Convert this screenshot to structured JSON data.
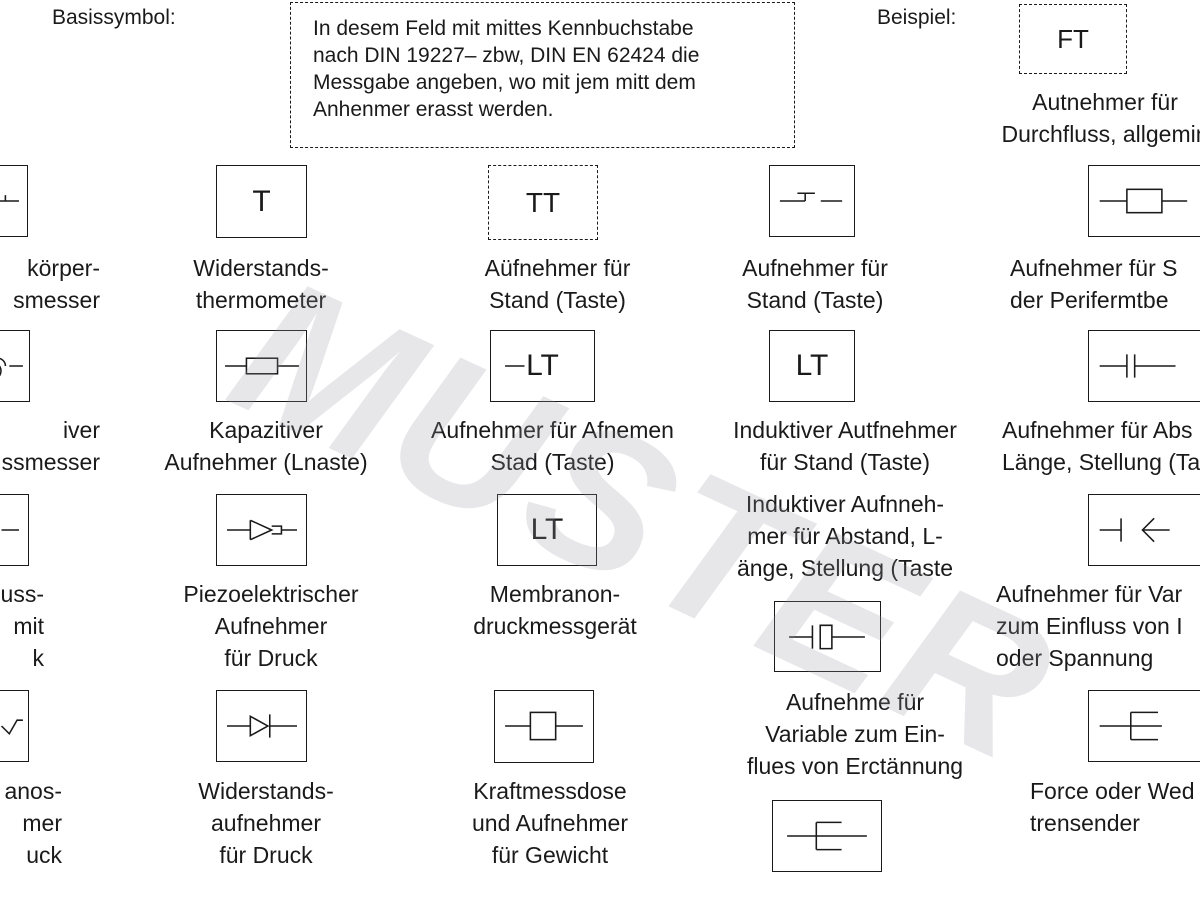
{
  "header": {
    "basis_label": "Basissymbol:",
    "basis_note": "In desem Feld mit mittes Kennbuchstabe\nnach DIN 19227– zbw, DIN EN 62424 die\nMessgabe angeben, wo mit jem mitt dem\nAnhenmer erasst werden.",
    "example_label": "Beispiel:",
    "example_symbol": "FT",
    "example_caption": "Autnehmer für\nDurchfluss, allgemin"
  },
  "symbols": {
    "c0r1": "körper-\nsmesser",
    "c0r2": "iver\nssmesser",
    "c0r3": "uss-\n mit\nk",
    "c0r4": "anos-\nmer\nuck",
    "c1r1_symbol": "T",
    "c1r1": "Widerstands-\nthermometer",
    "c1r2": "Kapazitiver\nAufnehmer (Lnaste)",
    "c1r3": "Piezoelektrischer\nAufnehmer\nfür Druck",
    "c1r4": "Widerstands-\naufnehmer\nfür Druck",
    "c2r1_symbol": "TT",
    "c2r1": "Aüfnehmer für\nStand (Taste)",
    "c2r2_symbol": "LT",
    "c2r2": "Aufnehmer für Afnemen\nStad (Taste)",
    "c2r3_symbol": "LT",
    "c2r3": "Membranon-\ndruckmessgerät",
    "c2r4": "Kraftmessdose\nund Aufnehmer\nfür Gewicht",
    "c3r1": "Aufnehmer für\nStand (Taste)",
    "c3r2_symbol": "LT",
    "c3r2": "Induktiver Autfnehmer\nfür Stand (Taste)",
    "c3r3": "Induktiver Aufnneh-\nmer für Abstand, L-\nänge, Stellung (Taste",
    "c3r4": "Aufnehme für\nVariable zum Ein-\nflues von Erctännung",
    "c4r1": "Aufnehmer für S\nder Perifermtbe",
    "c4r2": "Aufnehmer für Abs\nLänge, Stellung (Ta",
    "c4r3": "Aufnehmer für Var\nzum Einfluss von I\noder Spannung",
    "c4r4": "Force oder Wed\ntrensender"
  },
  "watermark": "MUSTER"
}
